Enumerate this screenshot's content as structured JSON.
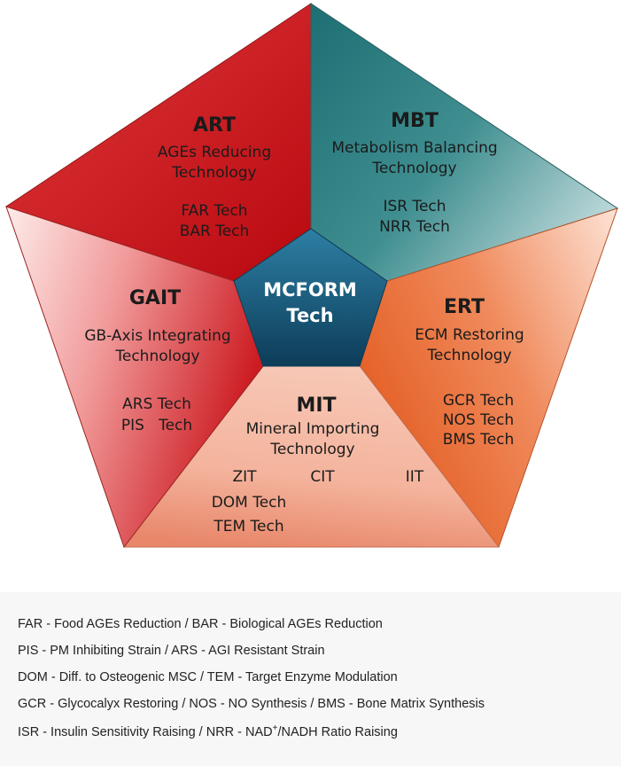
{
  "center": {
    "line1": "MCFORM",
    "line2": "Tech",
    "color": "#1c5f80"
  },
  "segments": {
    "art": {
      "title": "ART",
      "subtitle": [
        "AGEs Reducing",
        "Technology"
      ],
      "techs": [
        "FAR Tech",
        "BAR Tech"
      ],
      "color": "#c8141b"
    },
    "mbt": {
      "title": "MBT",
      "subtitle": [
        "Metabolism Balancing",
        "Technology"
      ],
      "techs": [
        "ISR Tech",
        "NRR Tech"
      ],
      "color": "#1f7a7e"
    },
    "ert": {
      "title": "ERT",
      "subtitle": [
        "ECM Restoring",
        "Technology"
      ],
      "techs": [
        "GCR Tech",
        "NOS Tech",
        "BMS Tech"
      ],
      "color": "#e8642a"
    },
    "mit": {
      "title": "MIT",
      "subtitle": [
        "Mineral Importing",
        "Technology"
      ],
      "techs": [
        "ZIT",
        "CIT",
        "IIT",
        "DOM Tech",
        "TEM Tech"
      ],
      "color": "#f0a589"
    },
    "gait": {
      "title": "GAIT",
      "subtitle": [
        "GB-Axis Integrating",
        "Technology"
      ],
      "techs": [
        "ARS Tech",
        "PIS   Tech"
      ],
      "color": "#d42b2e"
    }
  },
  "legend": [
    "FAR - Food AGEs Reduction  / BAR - Biological AGEs Reduction",
    "PIS - PM Inhibiting Strain / ARS - AGI Resistant Strain",
    "DOM - Diff. to Osteogenic MSC / TEM - Target Enzyme Modulation",
    "GCR - Glycocalyx Restoring / NOS - NO Synthesis / BMS - Bone Matrix Synthesis",
    {
      "before": "ISR - Insulin Sensitivity Raising / NRR - NAD",
      "sup": "+",
      "after": "/NADH Ratio Raising"
    }
  ]
}
